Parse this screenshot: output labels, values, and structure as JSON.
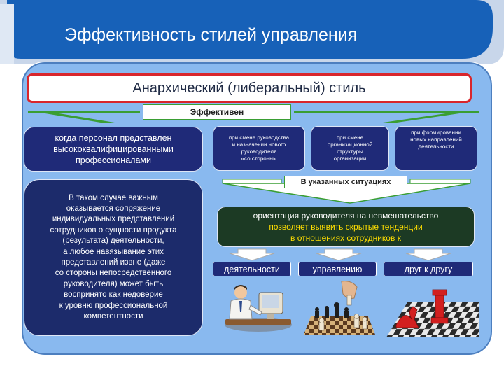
{
  "slide": {
    "title": "Эффективность стилей управления"
  },
  "style_title": "Анархический (либеральный) стиль",
  "effective_label": "Эффективен",
  "when_box": {
    "lines": [
      "когда персонал представлен",
      "высококвалифицированными",
      "профессионалами"
    ]
  },
  "situations": [
    {
      "lines": [
        "при смене руководства",
        "и назначении нового",
        "руководителя",
        "«со стороны»"
      ]
    },
    {
      "lines": [
        "при смене",
        "организационной",
        "структуры",
        "организации"
      ]
    },
    {
      "lines": [
        "при формировании",
        "новых направлений",
        "деятельности"
      ]
    }
  ],
  "situations_label": "В указанных ситуациях",
  "case_box": {
    "lines": [
      "В таком случае важным",
      "оказывается сопряжение",
      "индивидуальных представлений",
      "сотрудников о сущности продукта",
      "(результата) деятельности,",
      "а любое навязывание этих",
      "представлений извне (даже",
      "со стороны непосредственного",
      "руководителя) может быть",
      "воспринято как недоверие",
      "к уровню профессиональной",
      "компетентности"
    ]
  },
  "orientation": {
    "line1": "ориентация руководителя на невмешательство",
    "line2": "позволяет выявить скрытые тенденции",
    "line3": "в отношениях сотрудников к"
  },
  "targets": [
    "деятельности",
    "управлению",
    "друг к другу"
  ],
  "colors": {
    "header_blue": "#1761b8",
    "panel_blue": "#89b9ef",
    "navy": "#1f2a78",
    "green_arrow": "#3a9e33",
    "title_border_red": "#d9262c",
    "highlight_yellow": "#ffde00"
  },
  "icons": [
    "person-at-computer-icon",
    "chess-board-hand-icon",
    "red-chess-pieces-icon"
  ]
}
